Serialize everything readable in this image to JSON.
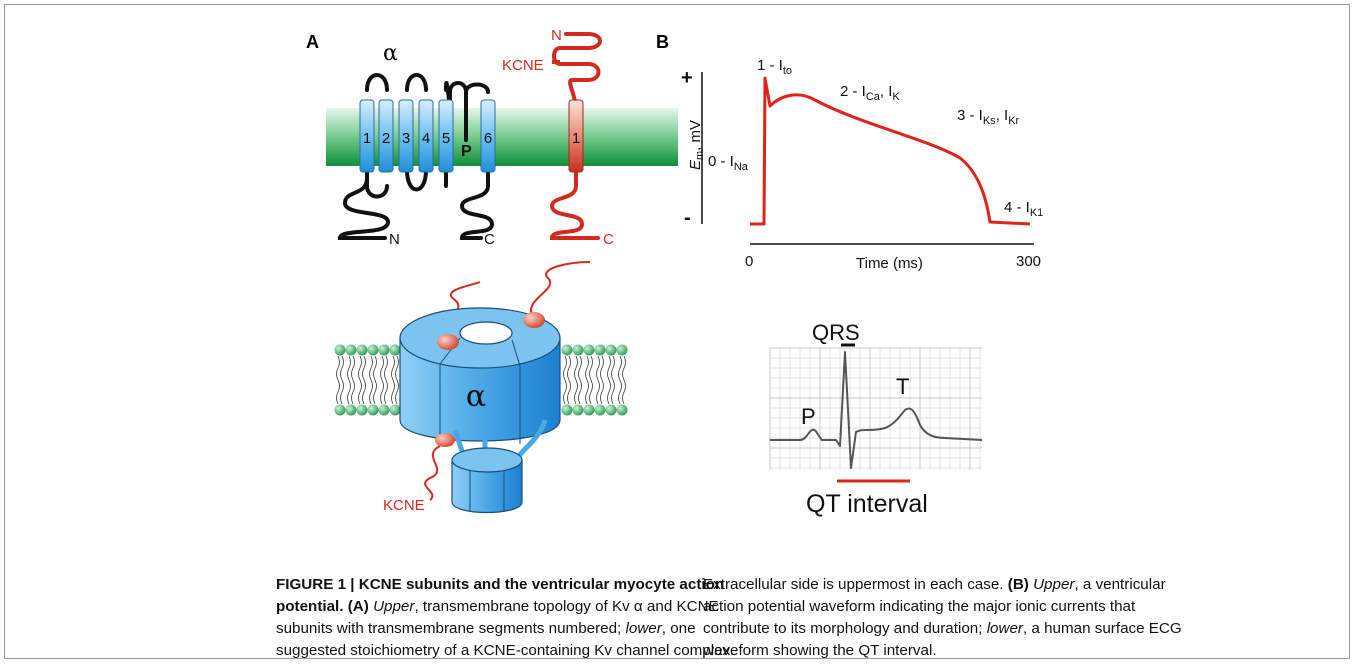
{
  "panel_a": {
    "label": "A",
    "alpha_symbol": "α",
    "segment_numbers": [
      "1",
      "2",
      "3",
      "4",
      "5",
      "6"
    ],
    "pore_label": "P",
    "kcne_label": "KCNE",
    "kcne_segment": "1",
    "n_label": "N",
    "c_label": "C",
    "kcne_n_label": "N",
    "kcne_c_label": "C",
    "complex_alpha": "α",
    "complex_kcne_label": "KCNE"
  },
  "panel_b": {
    "label": "B",
    "ap": {
      "plus_sign": "+",
      "minus_sign": "-",
      "ylabel_main": "E",
      "ylabel_sub": "m",
      "ylabel_unit": ", mV",
      "xlabel": "Time (ms)",
      "x_ticks": [
        "0",
        "300"
      ],
      "phase0": {
        "prefix": "0 - I",
        "sub": "Na"
      },
      "phase1": {
        "prefix": "1 - I",
        "sub": "to"
      },
      "phase2": {
        "prefix": "2 - I",
        "sub1": "Ca",
        "sep": ", I",
        "sub2": "K"
      },
      "phase3": {
        "prefix": "3 - I",
        "sub1": "Ks",
        "sep": ", I",
        "sub2": "Kr"
      },
      "phase4": {
        "prefix": "4 - I",
        "sub": "K1"
      }
    },
    "ecg": {
      "qrs_label": "QRS",
      "p_label": "P",
      "t_label": "T",
      "qt_label": "QT interval"
    }
  },
  "caption": {
    "fig_label": "FIGURE 1 | KCNE subunits and the ventricular myocyte action",
    "fig_label_2": "potential.",
    "a_tag": "(A)",
    "upper": "Upper",
    "a_text_1": ", transmembrane topology of Kv α and KCNE",
    "a_text_2": "subunits with transmembrane segments numbered;",
    "lower": "lower",
    "a_text_3": ", one",
    "a_text_4": "suggested stoichiometry of a KCNE-containing Kv channel complex.",
    "right_1": "Extracellular side is uppermost in each case.",
    "b_tag": "(B)",
    "b_upper": "Upper",
    "b_text_1": ", a ventricular",
    "b_text_2": "action potential waveform indicating the major ionic currents that",
    "b_text_3": "contribute to its morphology and duration;",
    "b_lower": "lower",
    "b_text_4": ", a human surface ECG",
    "b_text_5": "waveform showing the QT interval."
  },
  "colors": {
    "membrane_green": "#1e9e4a",
    "helix_blue": "#3a9fe0",
    "kcne_red": "#d42a1e",
    "ap_red": "#e0231a",
    "ecg_grid": "#c8c8c8",
    "lipid_green": "#2fa05a"
  }
}
